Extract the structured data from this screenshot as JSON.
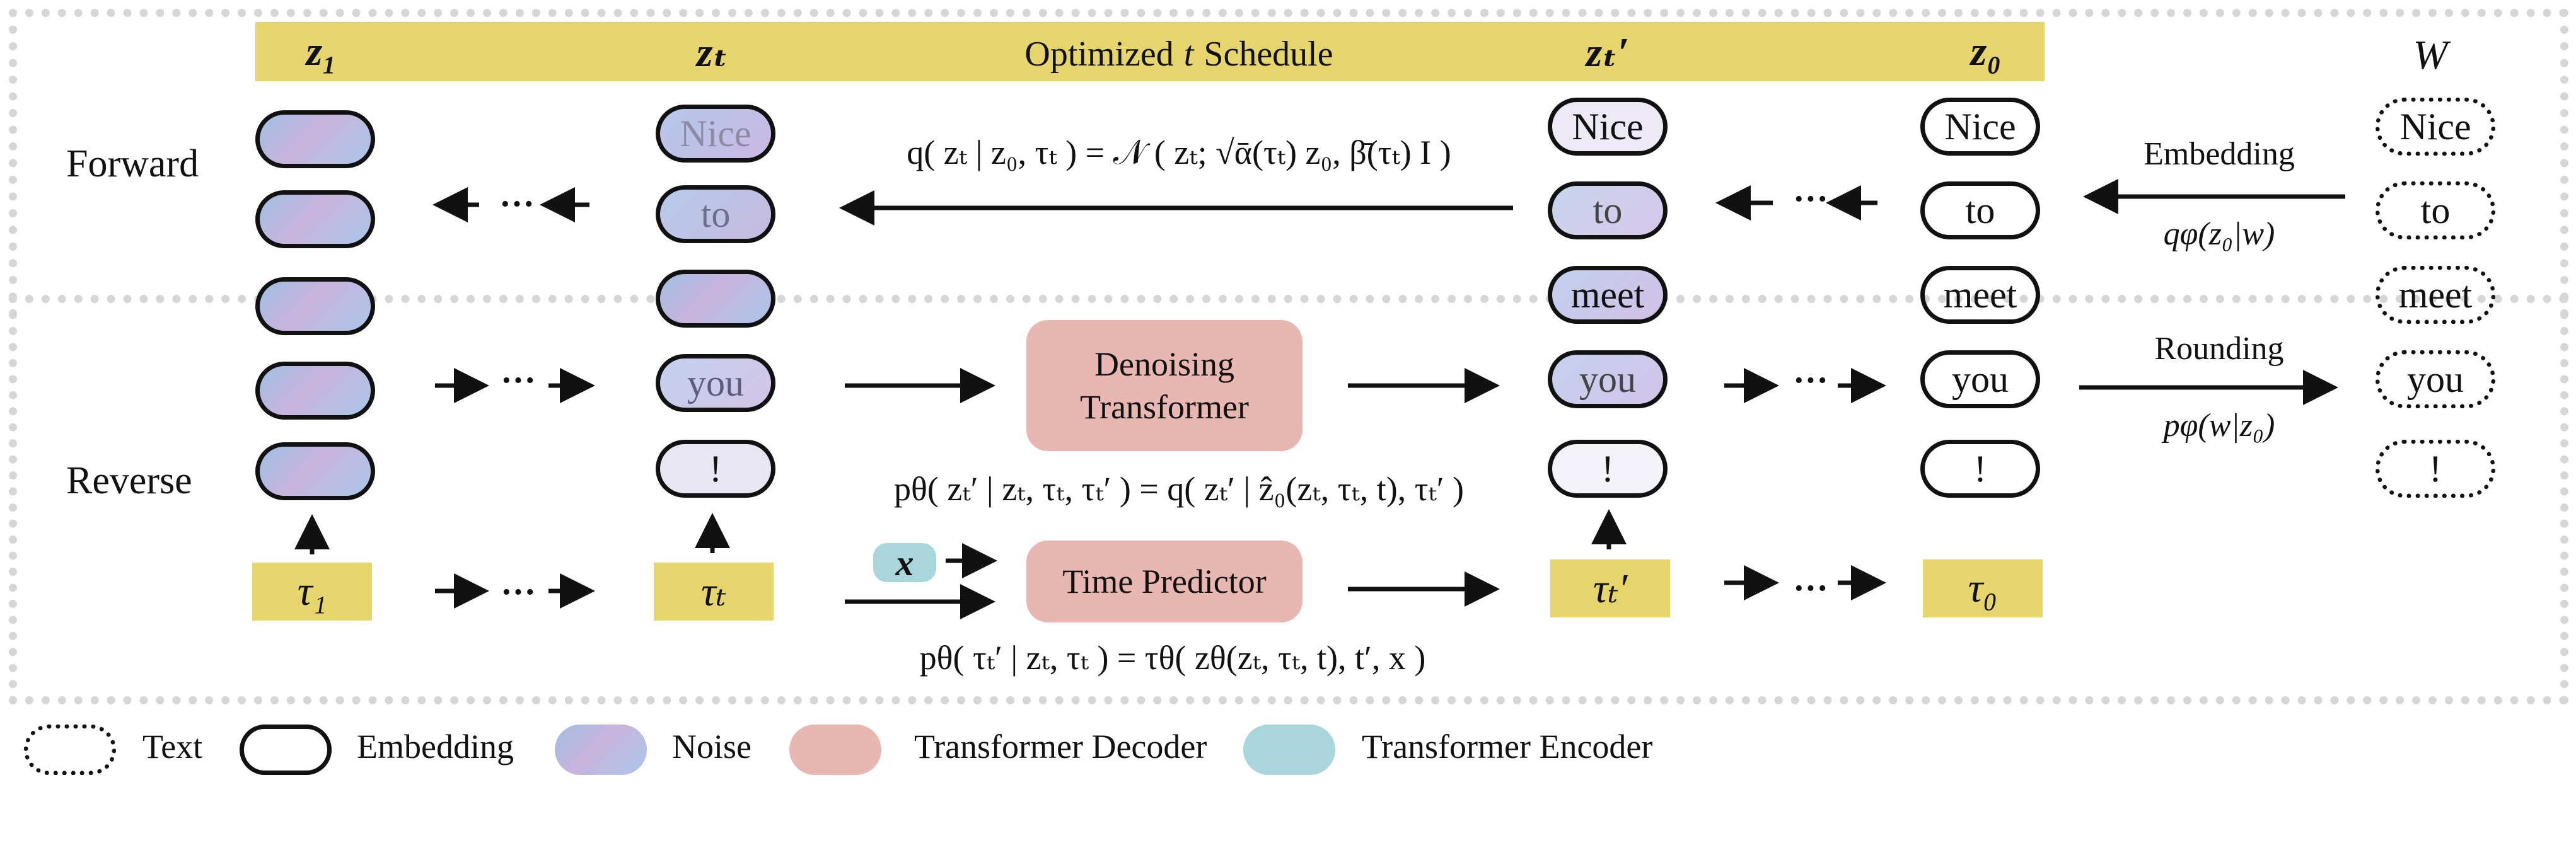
{
  "header": {
    "schedule_prefix": "Optimized",
    "schedule_var": "t",
    "schedule_suffix": "Schedule",
    "cols": {
      "z1": "z₁",
      "zt": "zₜ",
      "ztp": "zₜ′",
      "z0": "z₀",
      "w": "W"
    }
  },
  "rows": {
    "forward": "Forward",
    "reverse": "Reverse"
  },
  "tokens": [
    "Nice",
    "to",
    "meet",
    "you",
    "!"
  ],
  "columns": {
    "zt_tokens": [
      "Nice",
      "to",
      "",
      "you",
      "!"
    ],
    "ztp_tokens": [
      "Nice",
      "to",
      "meet",
      "you",
      "!"
    ],
    "z0_tokens": [
      "Nice",
      "to",
      "meet",
      "you",
      "!"
    ],
    "w_tokens": [
      "Nice",
      "to",
      "meet",
      "you",
      "!"
    ]
  },
  "taus": {
    "t1": "τ₁",
    "tt": "τₜ",
    "ttp": "τₜ′",
    "t0": "τ₀"
  },
  "boxes": {
    "denoise": "Denoising Transformer",
    "time": "Time Predictor",
    "x_input": "x"
  },
  "equations": {
    "forward_q": "q( zₜ | z₀, τₜ ) = 𝒩 ( zₜ; √ᾱ(τₜ) z₀, β̄(τₜ) I )",
    "reverse_p": "pθ( zₜ′ | zₜ, τₜ, τₜ′ ) = q( zₜ′ | ẑ₀(zₜ, τₜ, t), τₜ′ )",
    "time_p": "pθ( τₜ′ | zₜ, τₜ ) = τθ( zθ(zₜ, τₜ, t), t′, x )"
  },
  "arrows": {
    "embedding_label": "Embedding",
    "embedding_eq": "qφ(z₀|w)",
    "rounding_label": "Rounding",
    "rounding_eq": "pφ(w|z₀)",
    "dots": "···"
  },
  "legend": [
    "Text",
    "Embedding",
    "Noise",
    "Transformer Decoder",
    "Transformer Encoder"
  ],
  "colors": {
    "schedule_yellow": "#e5d56c",
    "decoder_pink": "#e8b7b1",
    "encoder_teal": "#a9d5dc",
    "noise_blue": "#9fbfe3",
    "noise_purple": "#c9b4dd"
  }
}
